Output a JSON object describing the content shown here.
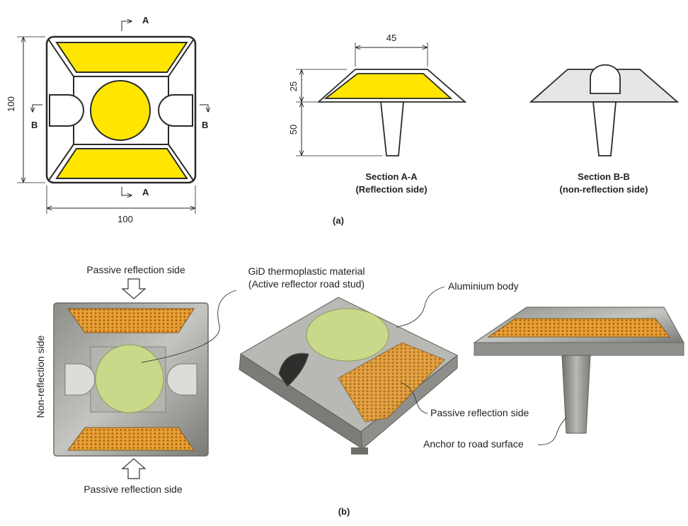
{
  "part_a": {
    "plan_view": {
      "cut_label_a": "A",
      "cut_label_b": "B",
      "dim_height": "100",
      "dim_width": "100"
    },
    "section_a": {
      "dim_top_width": "45",
      "dim_body_height": "25",
      "dim_anchor_height": "50",
      "caption_line1": "Section A-A",
      "caption_line2": "(Reflection side)"
    },
    "section_b": {
      "caption_line1": "Section B-B",
      "caption_line2": "(non-reflection side)"
    },
    "panel_label": "(a)"
  },
  "part_b": {
    "top_photo": {
      "top_label": "Passive reflection side",
      "bottom_label": "Passive reflection side",
      "side_label": "Non-reflection side"
    },
    "annotations": {
      "gid_line1": "GiD thermoplastic material",
      "gid_line2": "(Active reflector road stud)",
      "aluminium": "Aluminium body",
      "passive": "Passive reflection side",
      "anchor": "Anchor to road surface"
    },
    "panel_label": "(b)"
  },
  "colors": {
    "reflector_yellow": "#ffe600",
    "amber": "#e89a1e",
    "gid_green": "#c9d98a",
    "aluminium": "#a9a9a6",
    "outline": "#2a2a2a"
  }
}
